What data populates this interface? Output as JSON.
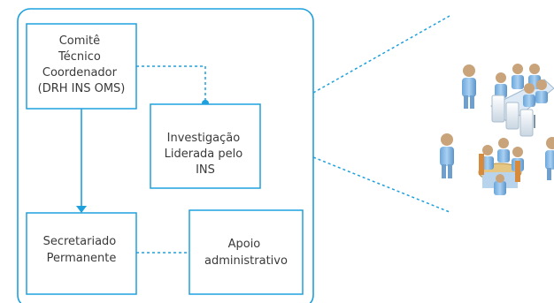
{
  "colors": {
    "accent": "#1ea0dd",
    "text": "#3a3a3a",
    "figure_skin": "#c9a37a",
    "figure_body": "#8fbde6",
    "table_top": "#e5c783"
  },
  "boxes": {
    "comite": {
      "lines": [
        "Comitê",
        "Técnico",
        "Coordenador",
        "(DRH INS OMS)"
      ]
    },
    "investigacao": {
      "lines": [
        "Investigação",
        "Liderada pelo",
        "INS"
      ]
    },
    "secretariado": {
      "lines": [
        "Secretariado",
        "Permanente"
      ]
    },
    "apoio": {
      "lines": [
        "Apoio",
        "administrativo"
      ]
    }
  },
  "illustration": {
    "icon": "people-meeting-icon"
  }
}
